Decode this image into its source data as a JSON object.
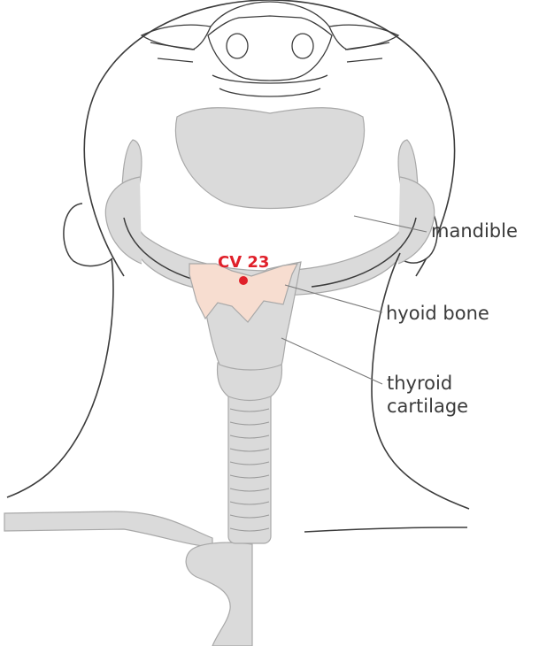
{
  "labels": {
    "cv23": "CV 23",
    "mandible": "mandible",
    "hyoid_bone": "hyoid bone",
    "thyroid_line1": "thyroid",
    "thyroid_line2": "cartilage"
  },
  "colors": {
    "outline": "#3c3c3c",
    "bone_fill": "#dadada",
    "bone_stroke": "#a8a8a8",
    "hyoid_fill": "#f7ddd0",
    "point": "#e0202a",
    "label_text": "#3a3a3a"
  }
}
